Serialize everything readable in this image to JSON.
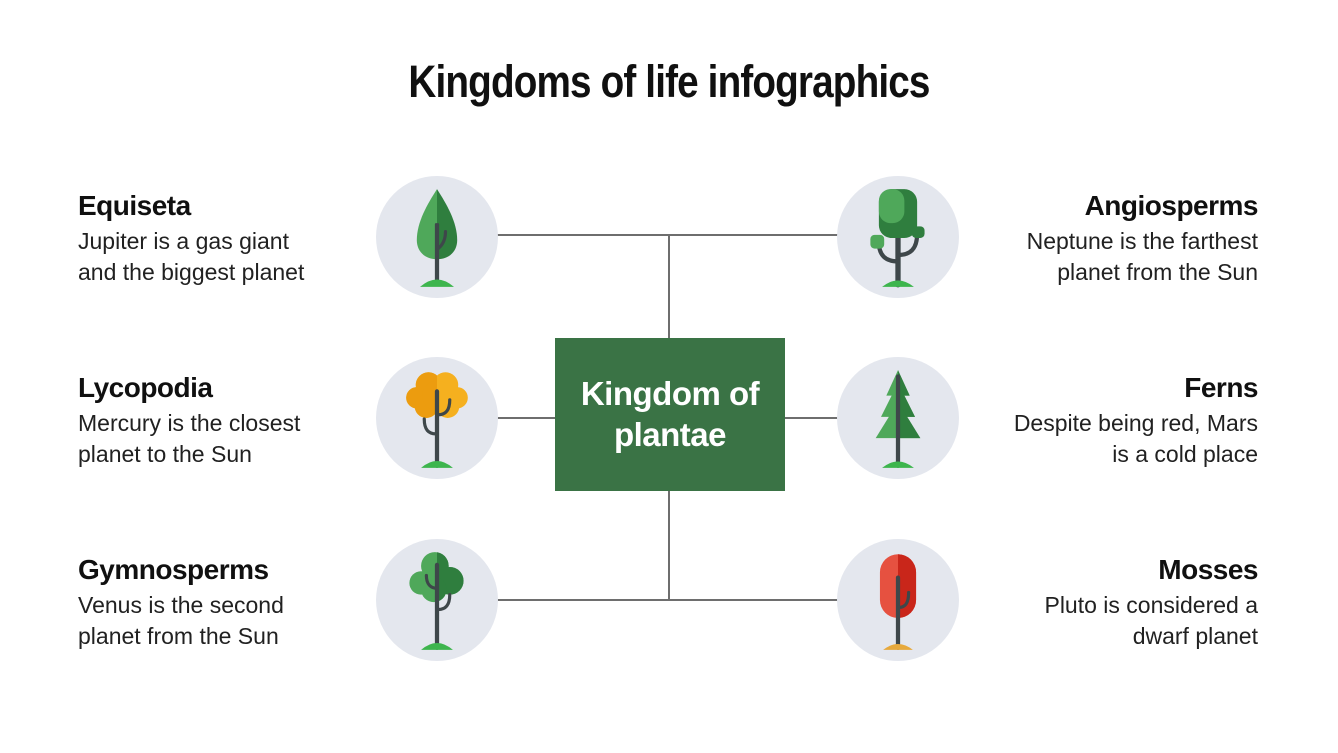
{
  "title": "Kingdoms of life infographics",
  "center": {
    "label": "Kingdom of plantae"
  },
  "items": [
    {
      "name": "Equiseta",
      "desc_line1": "Jupiter is a gas giant",
      "desc_line2": "and the biggest planet",
      "icon": "poplar-tree-icon",
      "side": "left"
    },
    {
      "name": "Lycopodia",
      "desc_line1": "Mercury is the closest",
      "desc_line2": "planet to the Sun",
      "icon": "orange-bushy-tree-icon",
      "side": "left"
    },
    {
      "name": "Gymnosperms",
      "desc_line1": "Venus is the second",
      "desc_line2": "planet from the Sun",
      "icon": "green-bushy-tree-icon",
      "side": "left"
    },
    {
      "name": "Angiosperms",
      "desc_line1": "Neptune is the farthest",
      "desc_line2": "planet from the Sun",
      "icon": "square-foliage-tree-icon",
      "side": "right"
    },
    {
      "name": "Ferns",
      "desc_line1": "Despite being red, Mars",
      "desc_line2": "is a cold place",
      "icon": "pine-tree-icon",
      "side": "right"
    },
    {
      "name": "Mosses",
      "desc_line1": "Pluto is considered a",
      "desc_line2": "dwarf planet",
      "icon": "red-oval-tree-icon",
      "side": "right"
    }
  ],
  "palette": {
    "box_green": "#3a7345",
    "circle_bg": "#e4e7ee",
    "connector_gray": "#6e6e6e",
    "title_black": "#101010",
    "text_dark": "#212121",
    "white": "#ffffff",
    "tree_green_light": "#4fa85a",
    "tree_green_dark": "#2f7e3e",
    "mound_green": "#3db54d",
    "trunk_dark": "#3e474a",
    "orange_light": "#f5b01f",
    "orange_dark": "#ec9c0f",
    "red_light": "#e65140",
    "red_dark": "#c9261a",
    "mound_amber": "#e7a93c"
  }
}
